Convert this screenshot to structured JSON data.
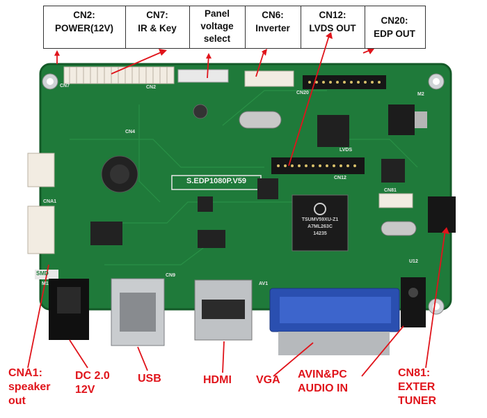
{
  "header": {
    "cn2": [
      "CN2:",
      "POWER(12V)"
    ],
    "cn7": [
      "CN7:",
      "IR & Key"
    ],
    "panel": [
      "Panel",
      "voltage",
      "select"
    ],
    "cn6": [
      "CN6:",
      "Inverter"
    ],
    "cn12": [
      "CN12:",
      "LVDS OUT"
    ],
    "cn20": [
      "CN20:",
      "EDP OUT"
    ]
  },
  "board": {
    "silk_model": "S.EDP1080P.V59",
    "chip_text": [
      "TSUMV59XU-Z1",
      "A7ML263C",
      "14235"
    ],
    "silk_labels": [
      "CN7",
      "CN2",
      "CN12",
      "CN20",
      "CNA1",
      "CN81",
      "M2",
      "M1",
      "LVDS",
      "SMD",
      "U12",
      "AV1",
      "CN4",
      "CN9"
    ]
  },
  "labels": {
    "cna1": [
      "CNA1:",
      "speaker",
      "out"
    ],
    "dc": [
      "DC 2.0",
      "12V"
    ],
    "usb": "USB",
    "hdmi": "HDMI",
    "vga": "VGA",
    "avin": [
      "AVIN&PC",
      "AUDIO IN"
    ],
    "cn81": [
      "CN81:",
      "EXTER",
      "TUNER"
    ]
  },
  "colors": {
    "pcb": "#1f7a3a",
    "label_red": "#e0141b",
    "vga_blue": "#2a4fb0"
  }
}
